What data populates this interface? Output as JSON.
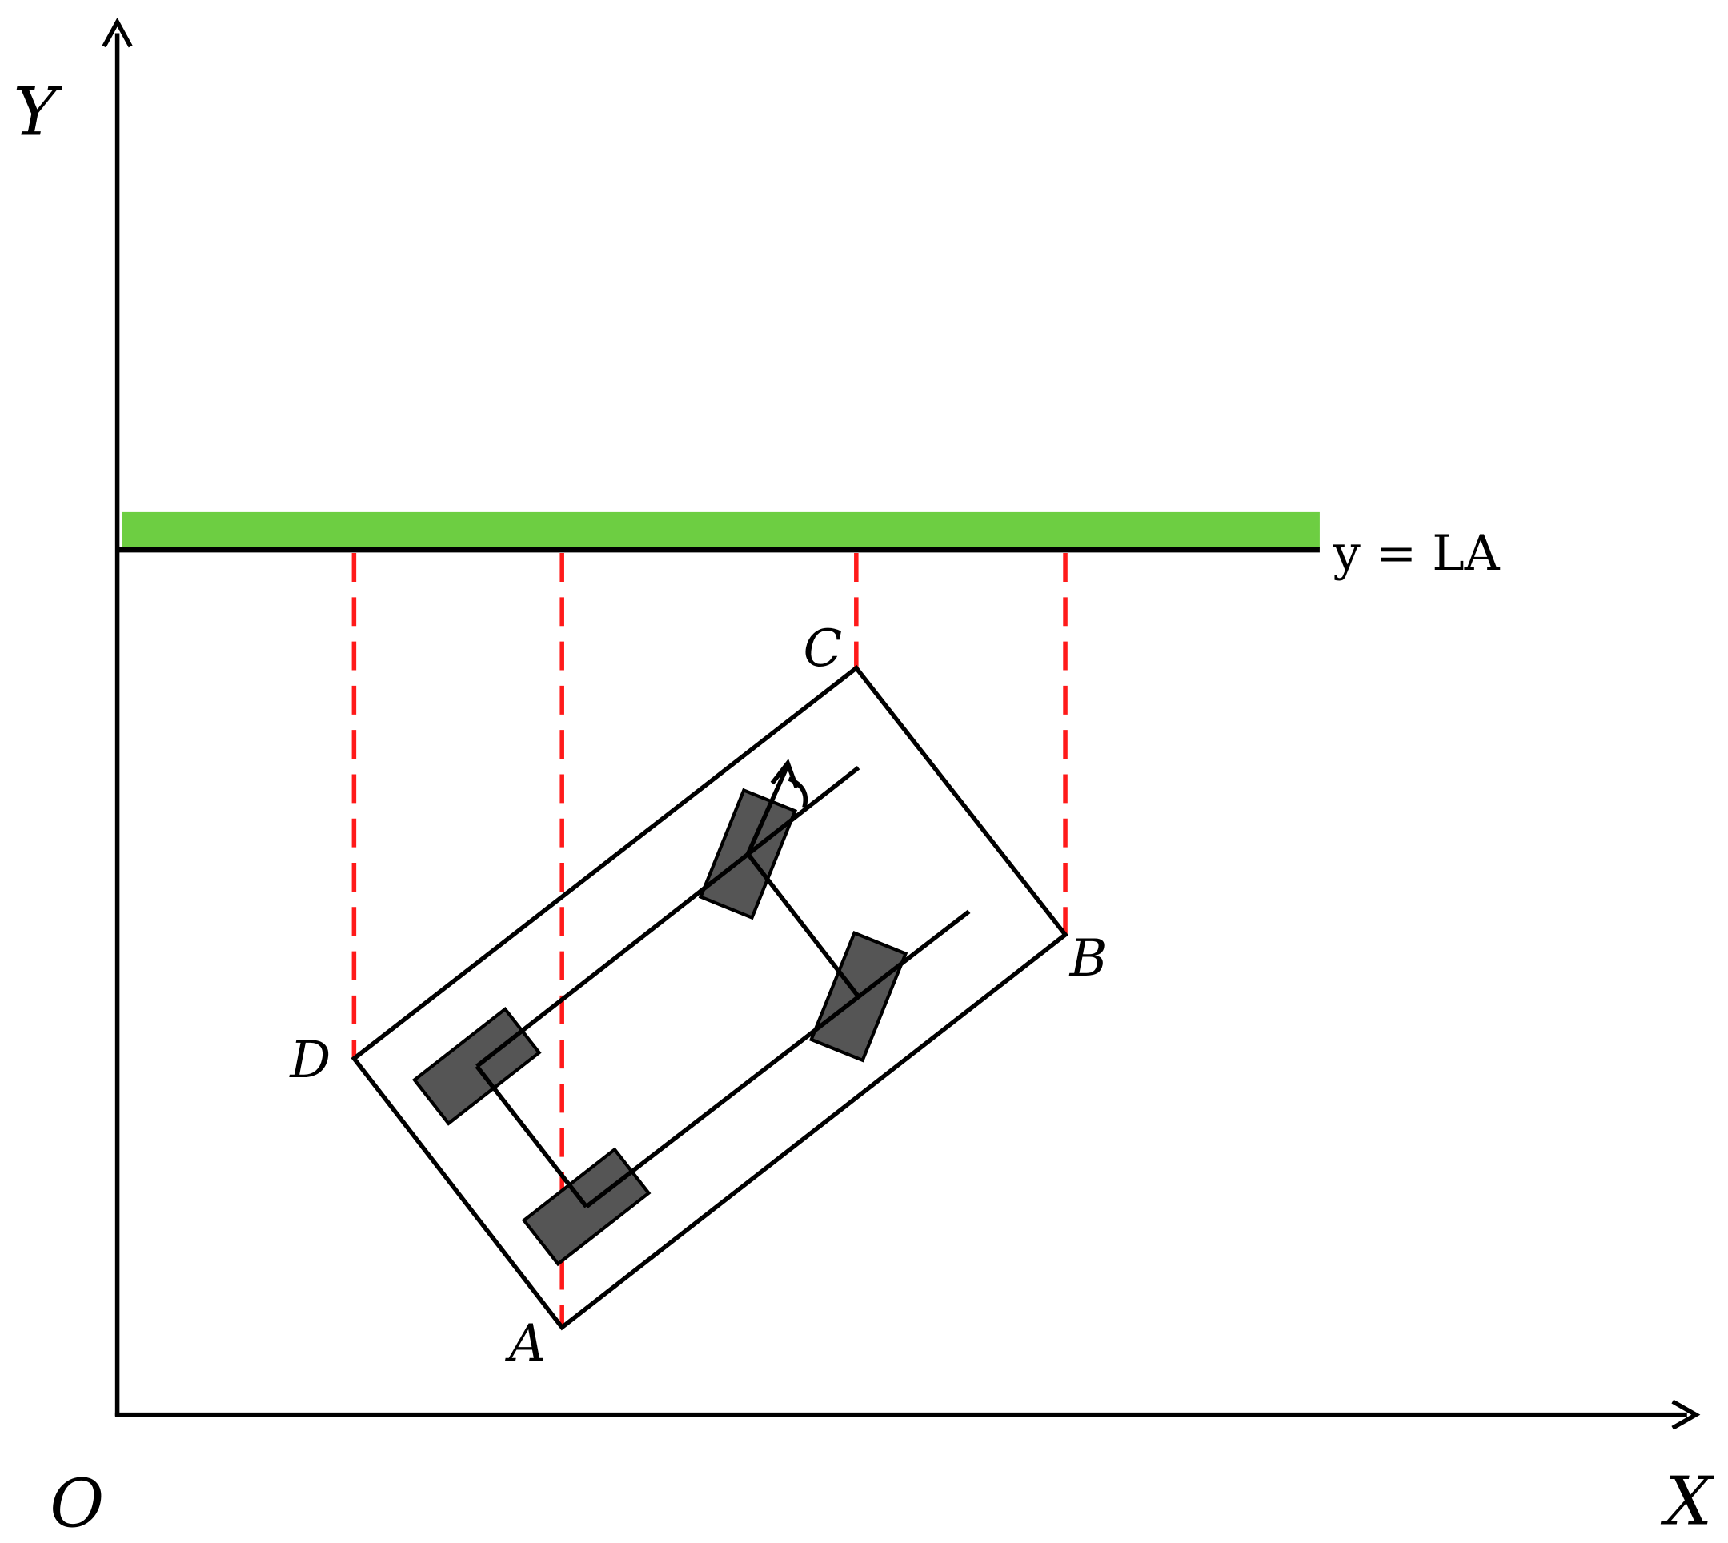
{
  "axes": {
    "origin_label": "O",
    "x_label": "X",
    "y_label": "Y"
  },
  "boundary": {
    "label": "y = LA",
    "color": "#6dce42"
  },
  "vehicle": {
    "corner_labels": {
      "a": "A",
      "b": "B",
      "c": "C",
      "d": "D"
    },
    "wheel_color": "#555555"
  },
  "projection": {
    "color": "#ff1a1a"
  }
}
